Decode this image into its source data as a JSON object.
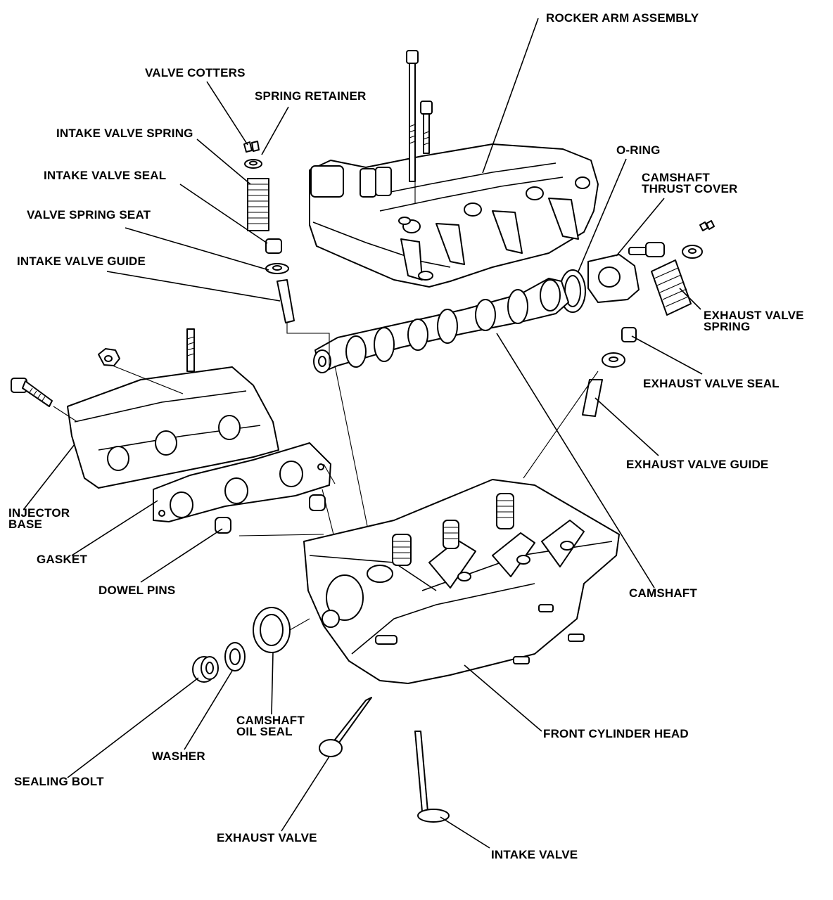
{
  "labels": {
    "rocker_arm_assembly": "ROCKER ARM ASSEMBLY",
    "valve_cotters": "VALVE COTTERS",
    "spring_retainer": "SPRING RETAINER",
    "intake_valve_spring": "INTAKE VALVE SPRING",
    "intake_valve_seal": "INTAKE VALVE SEAL",
    "valve_spring_seat": "VALVE SPRING SEAT",
    "intake_valve_guide": "INTAKE VALVE GUIDE",
    "o_ring": "O-RING",
    "camshaft_thrust_cover_1": "CAMSHAFT",
    "camshaft_thrust_cover_2": "THRUST COVER",
    "exhaust_valve_spring_1": "EXHAUST VALVE",
    "exhaust_valve_spring_2": "SPRING",
    "exhaust_valve_seal": "EXHAUST VALVE SEAL",
    "exhaust_valve_guide": "EXHAUST VALVE GUIDE",
    "injector_base_1": "INJECTOR",
    "injector_base_2": "BASE",
    "gasket": "GASKET",
    "dowel_pins": "DOWEL PINS",
    "camshaft": "CAMSHAFT",
    "camshaft_oil_seal_1": "CAMSHAFT",
    "camshaft_oil_seal_2": "OIL SEAL",
    "washer": "WASHER",
    "sealing_bolt": "SEALING BOLT",
    "front_cylinder_head": "FRONT CYLINDER HEAD",
    "exhaust_valve": "EXHAUST VALVE",
    "intake_valve": "INTAKE VALVE"
  }
}
